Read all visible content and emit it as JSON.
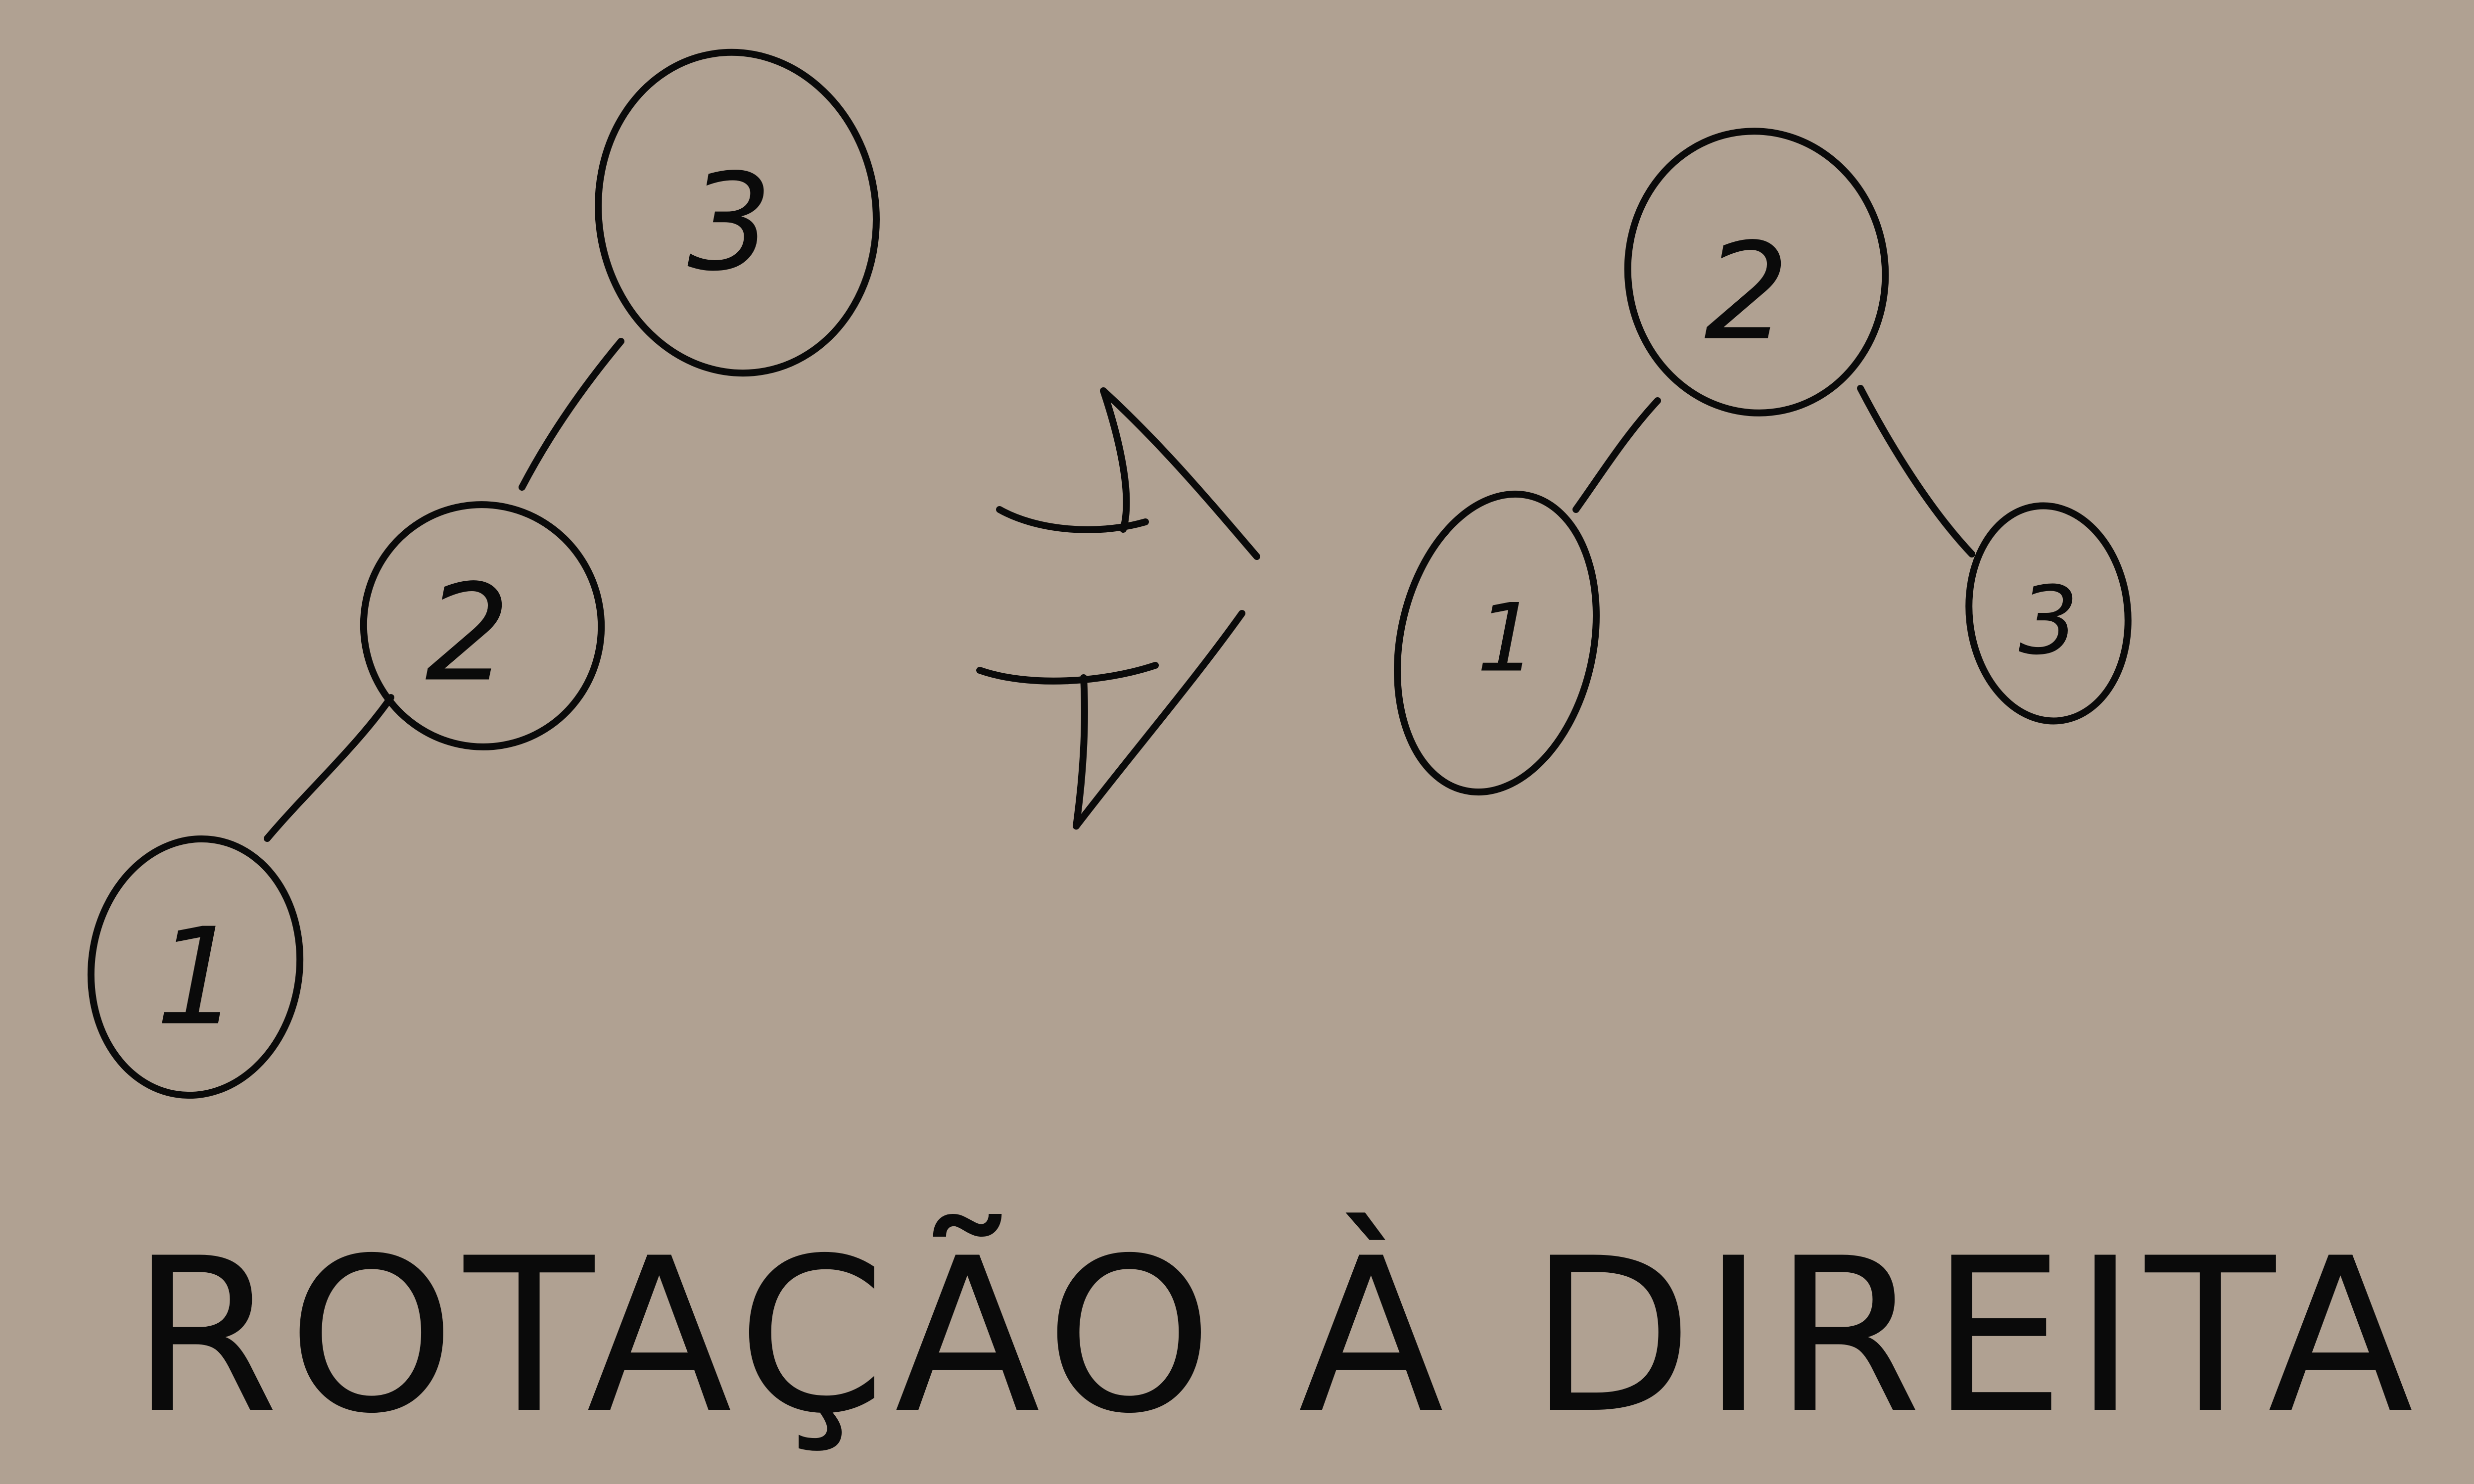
{
  "colors": {
    "background": "#b0a192",
    "ink": "#0a0a0a"
  },
  "trees": {
    "before": {
      "nodes": [
        "3",
        "2",
        "1"
      ]
    },
    "after": {
      "root": "2",
      "left": "1",
      "right": "3"
    }
  },
  "arrow_icon": "double-arrow-right",
  "caption": "ROTAÇÃO À DIREITA"
}
